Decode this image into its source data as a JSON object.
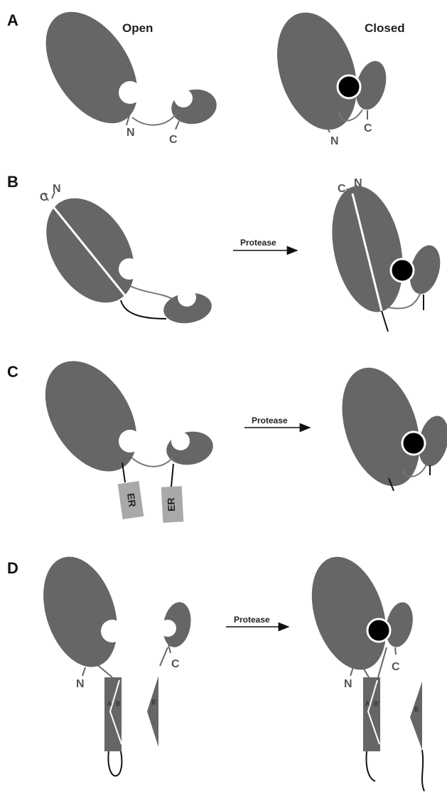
{
  "panels": {
    "a": {
      "letter": "A",
      "open_label": "Open",
      "closed_label": "Closed",
      "n_label": "N",
      "c_label": "C"
    },
    "b": {
      "letter": "B",
      "protease_label": "Protease",
      "n_label": "N",
      "c_label": "C"
    },
    "c": {
      "letter": "C",
      "protease_label": "Protease",
      "er_label": "ER"
    },
    "d": {
      "letter": "D",
      "protease_label": "Protease",
      "n_label": "N",
      "c_label": "C",
      "a_label": "A",
      "b_label": "B",
      "b_prime_label": "B'"
    }
  },
  "colors": {
    "domain": "#666666",
    "linker": "#777777",
    "ligand": "#000000",
    "er_tag": "#a9a9a9",
    "tether": "#111111"
  }
}
